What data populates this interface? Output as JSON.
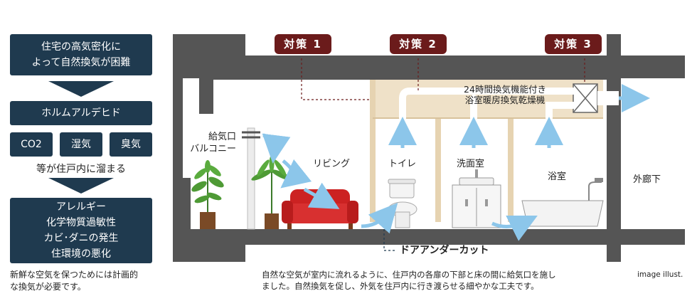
{
  "left_panel": {
    "box1": [
      "住宅の高気密化に",
      "よって自然換気が困難"
    ],
    "box2": "ホルムアルデヒド",
    "small_boxes": [
      "CO2",
      "湿気",
      "臭気"
    ],
    "middle_text": "等が住戸内に溜まる",
    "box3": [
      "アレルギー",
      "化学物質過敏性",
      "カビ･ダニの発生",
      "住環境の悪化"
    ],
    "note": [
      "新鮮な空気を保つためには計画的",
      "な換気が必要です。"
    ]
  },
  "diagram": {
    "badges": [
      "対策 1",
      "対策 2",
      "対策 3"
    ],
    "dryer_label": [
      "24時間換気機能付き",
      "浴室暖房換気乾燥機"
    ],
    "supply_label": [
      "給気口",
      "バルコニー"
    ],
    "rooms": {
      "living": "リビング",
      "toilet": "トイレ",
      "washroom": "洗面室",
      "bathroom": "浴室",
      "corridor": "外廊下"
    },
    "door_undercut": "ドアアンダーカット",
    "caption": [
      "自然な空気が室内に流れるように、住戸内の各扉の下部と床の間に給気口を施し",
      "ました。自然換気を促し、外気を住戸内に行き渡らせる細やかな工夫です。"
    ],
    "image_note": "image illust."
  },
  "colors": {
    "navy": "#1f3a4f",
    "badge": "#6b1b1b",
    "structure": "#555555",
    "duct_zone": "#efe1c8",
    "airflow": "#8cc6ea",
    "sofa": "#cc2222"
  }
}
